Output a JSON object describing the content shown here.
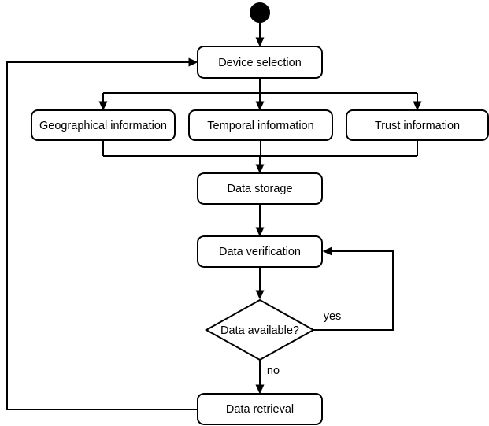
{
  "diagram": {
    "type": "activity-flowchart",
    "background_color": "#ffffff",
    "line_color": "#000000",
    "text_color": "#000000",
    "start_node": {
      "name": "start",
      "shape": "filled-circle"
    },
    "nodes": [
      {
        "id": "device_selection",
        "label": "Device selection",
        "shape": "rounded-rect"
      },
      {
        "id": "geographical_information",
        "label": "Geographical information",
        "shape": "rounded-rect"
      },
      {
        "id": "temporal_information",
        "label": "Temporal information",
        "shape": "rounded-rect"
      },
      {
        "id": "trust_information",
        "label": "Trust information",
        "shape": "rounded-rect"
      },
      {
        "id": "data_storage",
        "label": "Data storage",
        "shape": "rounded-rect"
      },
      {
        "id": "data_verification",
        "label": "Data verification",
        "shape": "rounded-rect"
      },
      {
        "id": "data_available",
        "label": "Data available?",
        "shape": "diamond"
      },
      {
        "id": "data_retrieval",
        "label": "Data retrieval",
        "shape": "rounded-rect"
      }
    ],
    "edge_labels": [
      {
        "id": "yes_branch",
        "label": "yes"
      },
      {
        "id": "no_branch",
        "label": "no"
      }
    ]
  }
}
